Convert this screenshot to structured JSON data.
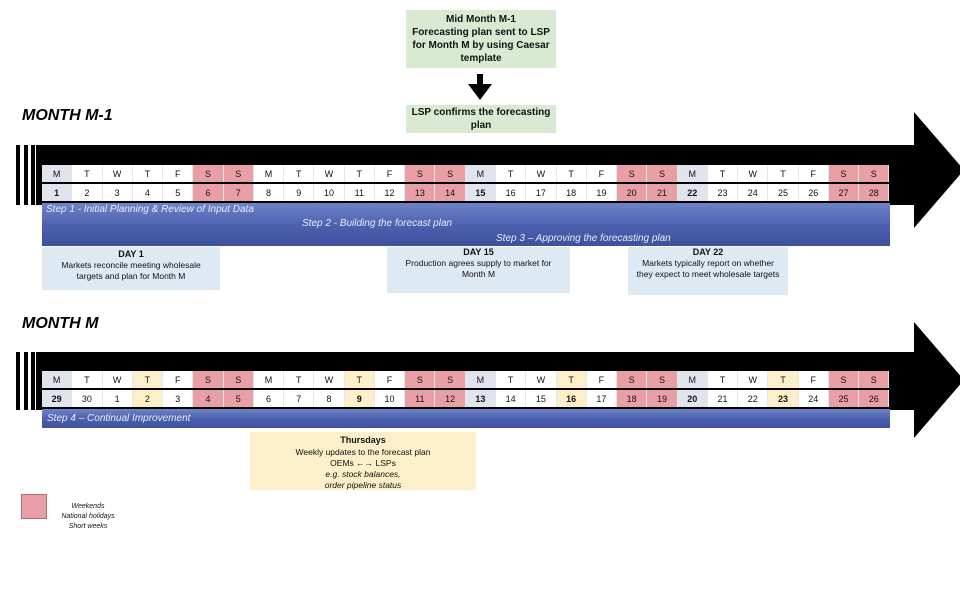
{
  "top_box": {
    "title": "Mid Month M-1",
    "line1": "Forecasting plan sent to LSP",
    "line2": "for Month M by using Caesar",
    "line3": "template"
  },
  "confirm_box": {
    "line1": "LSP confirms the forecasting",
    "line2": "plan"
  },
  "month1": {
    "title": "MONTH M-1",
    "days": [
      {
        "d": "M",
        "n": "1",
        "c": "grey",
        "b": true
      },
      {
        "d": "T",
        "n": "2",
        "c": "white"
      },
      {
        "d": "W",
        "n": "3",
        "c": "white"
      },
      {
        "d": "T",
        "n": "4",
        "c": "white"
      },
      {
        "d": "F",
        "n": "5",
        "c": "white"
      },
      {
        "d": "S",
        "n": "6",
        "c": "pink"
      },
      {
        "d": "S",
        "n": "7",
        "c": "pink"
      },
      {
        "d": "M",
        "n": "8",
        "c": "white"
      },
      {
        "d": "T",
        "n": "9",
        "c": "white"
      },
      {
        "d": "W",
        "n": "10",
        "c": "white"
      },
      {
        "d": "T",
        "n": "11",
        "c": "white"
      },
      {
        "d": "F",
        "n": "12",
        "c": "white"
      },
      {
        "d": "S",
        "n": "13",
        "c": "pink"
      },
      {
        "d": "S",
        "n": "14",
        "c": "pink"
      },
      {
        "d": "M",
        "n": "15",
        "c": "grey",
        "b": true
      },
      {
        "d": "T",
        "n": "16",
        "c": "white"
      },
      {
        "d": "W",
        "n": "17",
        "c": "white"
      },
      {
        "d": "T",
        "n": "18",
        "c": "white"
      },
      {
        "d": "F",
        "n": "19",
        "c": "white"
      },
      {
        "d": "S",
        "n": "20",
        "c": "pink"
      },
      {
        "d": "S",
        "n": "21",
        "c": "pink"
      },
      {
        "d": "M",
        "n": "22",
        "c": "grey",
        "b": true
      },
      {
        "d": "T",
        "n": "23",
        "c": "white"
      },
      {
        "d": "W",
        "n": "24",
        "c": "white"
      },
      {
        "d": "T",
        "n": "25",
        "c": "white"
      },
      {
        "d": "F",
        "n": "26",
        "c": "white"
      },
      {
        "d": "S",
        "n": "27",
        "c": "pink"
      },
      {
        "d": "S",
        "n": "28",
        "c": "pink"
      }
    ],
    "step1": "Step 1 - Initial Planning & Review of Input Data",
    "step2": "Step 2 - Building the forecast plan",
    "step3": "Step 3 – Approving the forecasting plan",
    "day1": {
      "title": "DAY 1",
      "line1": "Markets reconcile meeting wholesale",
      "line2": "targets and plan for Month M"
    },
    "day15": {
      "title": "DAY 15",
      "line1": "Production agrees supply to market for",
      "line2": "Month M"
    },
    "day22": {
      "title": "DAY 22",
      "line1": "Markets typically report on whether",
      "line2": "they expect to meet wholesale targets"
    }
  },
  "month2": {
    "title": "MONTH M",
    "days": [
      {
        "d": "M",
        "n": "29",
        "c": "grey",
        "b": true
      },
      {
        "d": "T",
        "n": "30",
        "c": "white"
      },
      {
        "d": "W",
        "n": "1",
        "c": "white"
      },
      {
        "d": "T",
        "n": "2",
        "c": "yellow"
      },
      {
        "d": "F",
        "n": "3",
        "c": "white"
      },
      {
        "d": "S",
        "n": "4",
        "c": "pink"
      },
      {
        "d": "S",
        "n": "5",
        "c": "pink"
      },
      {
        "d": "M",
        "n": "6",
        "c": "white"
      },
      {
        "d": "T",
        "n": "7",
        "c": "white"
      },
      {
        "d": "W",
        "n": "8",
        "c": "white"
      },
      {
        "d": "T",
        "n": "9",
        "c": "yellow",
        "b": true
      },
      {
        "d": "F",
        "n": "10",
        "c": "white"
      },
      {
        "d": "S",
        "n": "11",
        "c": "pink"
      },
      {
        "d": "S",
        "n": "12",
        "c": "pink"
      },
      {
        "d": "M",
        "n": "13",
        "c": "grey",
        "b": true
      },
      {
        "d": "T",
        "n": "14",
        "c": "white"
      },
      {
        "d": "W",
        "n": "15",
        "c": "white"
      },
      {
        "d": "T",
        "n": "16",
        "c": "yellow",
        "b": true
      },
      {
        "d": "F",
        "n": "17",
        "c": "white"
      },
      {
        "d": "S",
        "n": "18",
        "c": "pink"
      },
      {
        "d": "S",
        "n": "19",
        "c": "pink"
      },
      {
        "d": "M",
        "n": "20",
        "c": "grey",
        "b": true
      },
      {
        "d": "T",
        "n": "21",
        "c": "white"
      },
      {
        "d": "W",
        "n": "22",
        "c": "white"
      },
      {
        "d": "T",
        "n": "23",
        "c": "yellow",
        "b": true
      },
      {
        "d": "F",
        "n": "24",
        "c": "white"
      },
      {
        "d": "S",
        "n": "25",
        "c": "pink"
      },
      {
        "d": "S",
        "n": "26",
        "c": "pink"
      }
    ],
    "step4": "Step 4 – Continual Improvement",
    "thursdays": {
      "title": "Thursdays",
      "line1": "Weekly updates to the forecast plan",
      "line2": "OEMs ←→ LSPs",
      "line3": "e.g. stock balances,",
      "line4": "order pipeline status"
    }
  },
  "legend": {
    "line1": "Weekends",
    "line2": "National holidays",
    "line3": "Short weeks"
  },
  "colors": {
    "weekend": "#e8a0a6",
    "monday": "#dfe4ef",
    "thursday": "#fbf0c9",
    "step_bar": "#4b5fae",
    "note_box": "#dde9f3",
    "top_box": "#d9ead3"
  }
}
